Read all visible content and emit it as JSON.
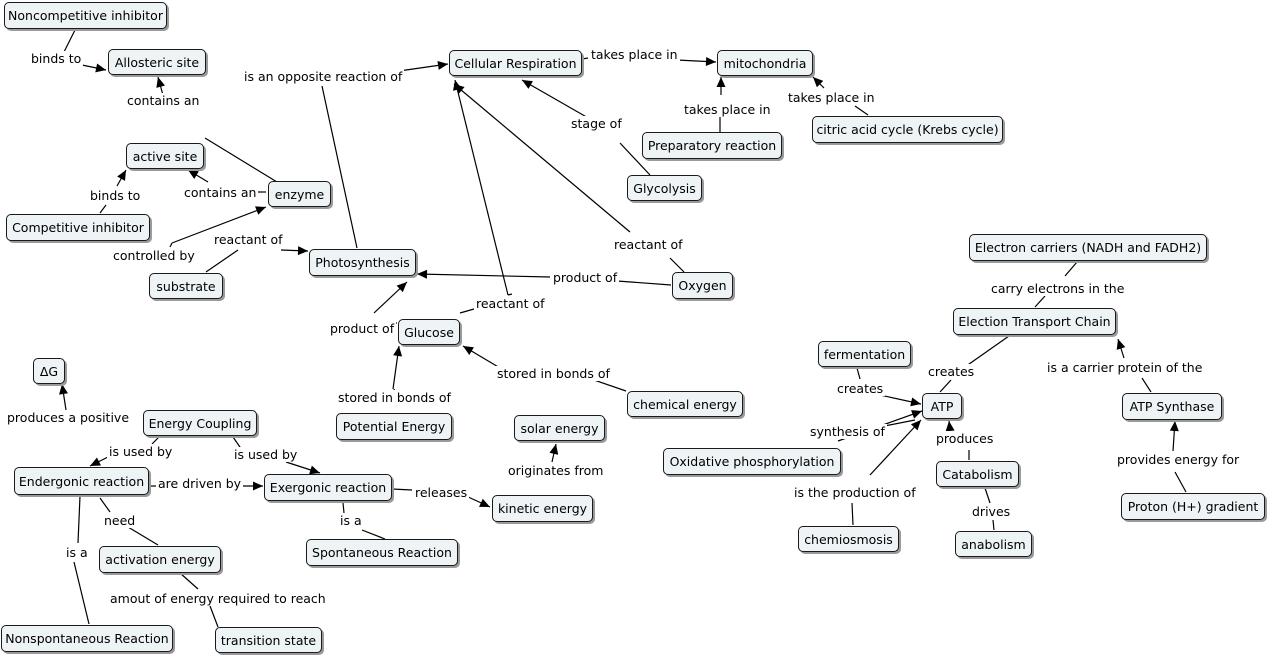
{
  "nodes": {
    "noncompetitive_inhibitor": "Noncompetitive inhibitor",
    "allosteric_site": "Allosteric site",
    "cellular_respiration": "Cellular Respiration",
    "mitochondria": "mitochondria",
    "active_site": "active site",
    "preparatory_reaction": "Preparatory reaction",
    "krebs": "citric acid cycle (Krebs cycle)",
    "enzyme": "enzyme",
    "glycolysis": "Glycolysis",
    "competitive_inhibitor": "Competitive inhibitor",
    "electron_carriers": "Electron carriers (NADH and FADH2)",
    "photosynthesis": "Photosynthesis",
    "substrate": "substrate",
    "oxygen": "Oxygen",
    "etc": "Election Transport Chain",
    "glucose": "Glucose",
    "fermentation": "fermentation",
    "delta_g": "ΔG",
    "chemical_energy": "chemical energy",
    "atp": "ATP",
    "atp_synthase": "ATP Synthase",
    "energy_coupling": "Energy Coupling",
    "potential_energy": "Potential Energy",
    "solar_energy": "solar energy",
    "oxidative_phosphorylation": "Oxidative phosphorylation",
    "catabolism": "Catabolism",
    "endergonic": "Endergonic reaction",
    "exergonic": "Exergonic reaction",
    "kinetic_energy": "kinetic energy",
    "proton_gradient": "Proton (H+) gradient",
    "activation_energy": "activation energy",
    "chemiosmosis": "chemiosmosis",
    "anabolism": "anabolism",
    "spontaneous": "Spontaneous Reaction",
    "nonspontaneous": "Nonspontaneous Reaction",
    "transition_state": "transition state"
  },
  "links": {
    "binds_to_1": "binds to",
    "contains_an_1": "contains an",
    "is_opposite": "is an opposite reaction of",
    "takes_place_in_1": "takes place in",
    "takes_place_in_2": "takes place in",
    "takes_place_in_3": "takes place in",
    "stage_of": "stage of",
    "contains_an_2": "contains an",
    "binds_to_2": "binds to",
    "reactant_of_1": "reactant of",
    "controlled_by": "controlled by",
    "reactant_of_2": "reactant of",
    "product_of_1": "product of",
    "carry_electrons": "carry electrons in the",
    "reactant_of_3": "reactant of",
    "product_of_2": "product of",
    "creates_1": "creates",
    "creates_2": "creates",
    "is_carrier_protein": "is a carrier protein of the",
    "stored_in_bonds_1": "stored in bonds of",
    "stored_in_bonds_2": "stored in bonds of",
    "produces_positive": "produces a positive",
    "is_used_by_1": "is used by",
    "is_used_by_2": "is used by",
    "synthesis_of": "synthesis of",
    "produces": "produces",
    "originates_from": "originates from",
    "provides_energy": "provides energy for",
    "are_driven_by": "are driven by",
    "releases": "releases",
    "need": "need",
    "is_production_of": "is the production of",
    "drives": "drives",
    "is_a_1": "is a",
    "is_a_2": "is a",
    "amount_of_energy": "amout of energy required to reach"
  },
  "colors": {
    "node_fill": "#eef3f5",
    "node_border": "#1a1a1a",
    "line": "#000000"
  }
}
